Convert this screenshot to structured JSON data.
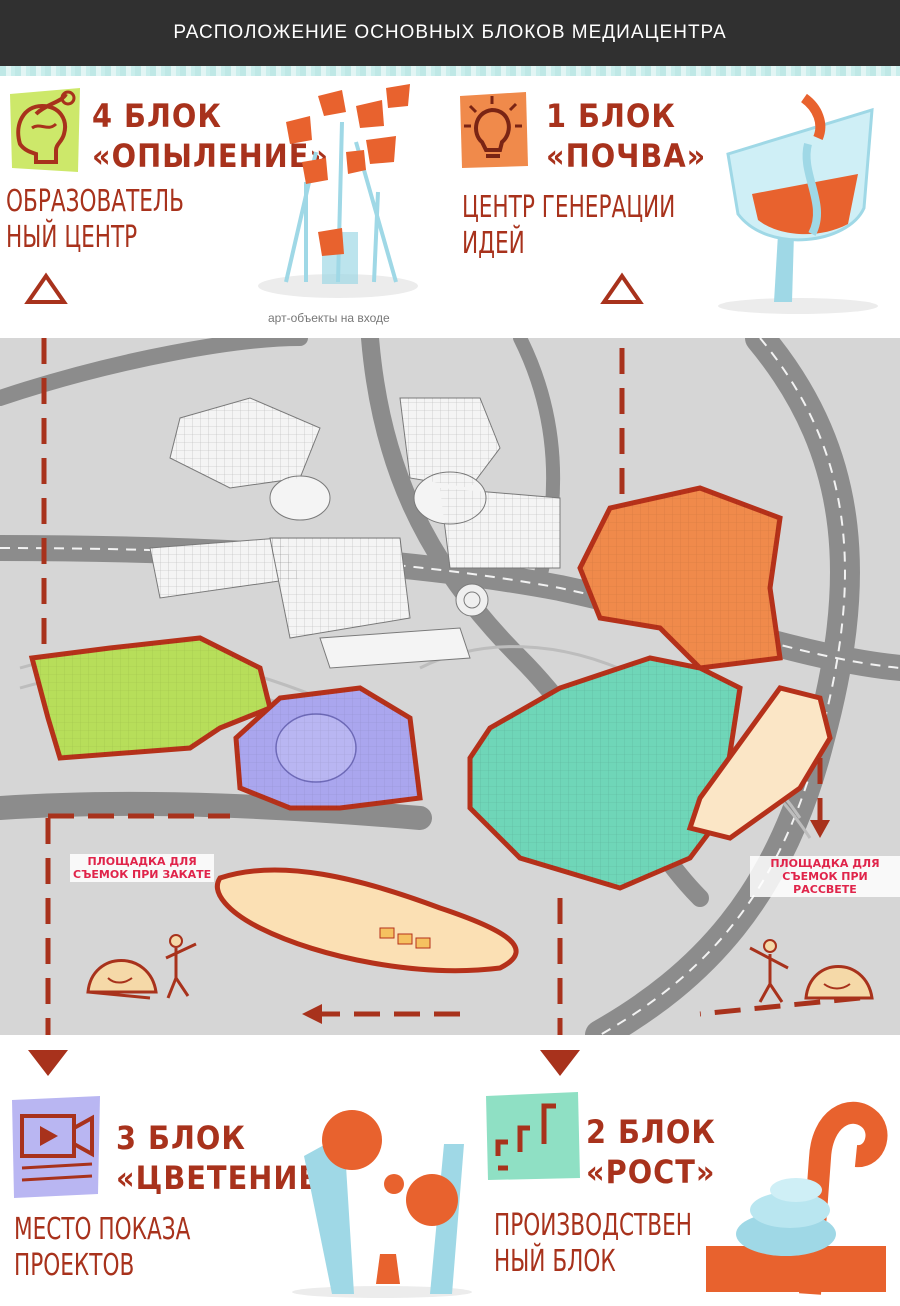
{
  "header": {
    "title": "РАСПОЛОЖЕНИЕ ОСНОВНЫХ БЛОКОВ МЕДИАЦЕНТРА"
  },
  "blocks": [
    {
      "line1": "4 БЛОК",
      "line2": "«ОПЫЛЕНИЕ»",
      "desc1": "ОБРАЗОВАТЕЛЬ",
      "desc2": "НЫЙ ЦЕНТР",
      "icon": "brain-head-icon",
      "highlight": "#a8d84a"
    },
    {
      "line1": "1 БЛОК",
      "line2": "«ПОЧВА»",
      "desc1": "ЦЕНТР ГЕНЕРАЦИИ",
      "desc2": "ИДЕЙ",
      "icon": "lightbulb-icon",
      "highlight": "#f08a4b"
    },
    {
      "line1": "3 БЛОК",
      "line2": "«ЦВЕТЕНИЕ»",
      "desc1": "МЕСТО ПОКАЗА",
      "desc2": "ПРОЕКТОВ",
      "icon": "video-camera-icon",
      "highlight": "#a9a5f0"
    },
    {
      "line1": "2 БЛОК",
      "line2": "«РОСТ»",
      "desc1": "ПРОИЗВОДСТВЕН",
      "desc2": "НЫЙ БЛОК",
      "icon": "growth-bars-icon",
      "highlight": "#6fd6b8"
    }
  ],
  "caption": "арт-объекты на входе",
  "spots": {
    "sunset": {
      "line1": "ПЛОЩАДКА ДЛЯ",
      "line2": "СЪЕМОК ПРИ ЗАКАТЕ"
    },
    "sunrise": {
      "line1": "ПЛОЩАДКА ДЛЯ",
      "line2": "СЪЕМОК ПРИ РАССВЕТЕ"
    }
  },
  "colors": {
    "accent": "#a8321c",
    "outline": "#b5311a",
    "title_bg": "#303030",
    "spot_label": "#e0244a",
    "art_orange": "#e8622e",
    "art_blue": "#9fd8e6",
    "sun_yellow": "#f5d9a8"
  }
}
